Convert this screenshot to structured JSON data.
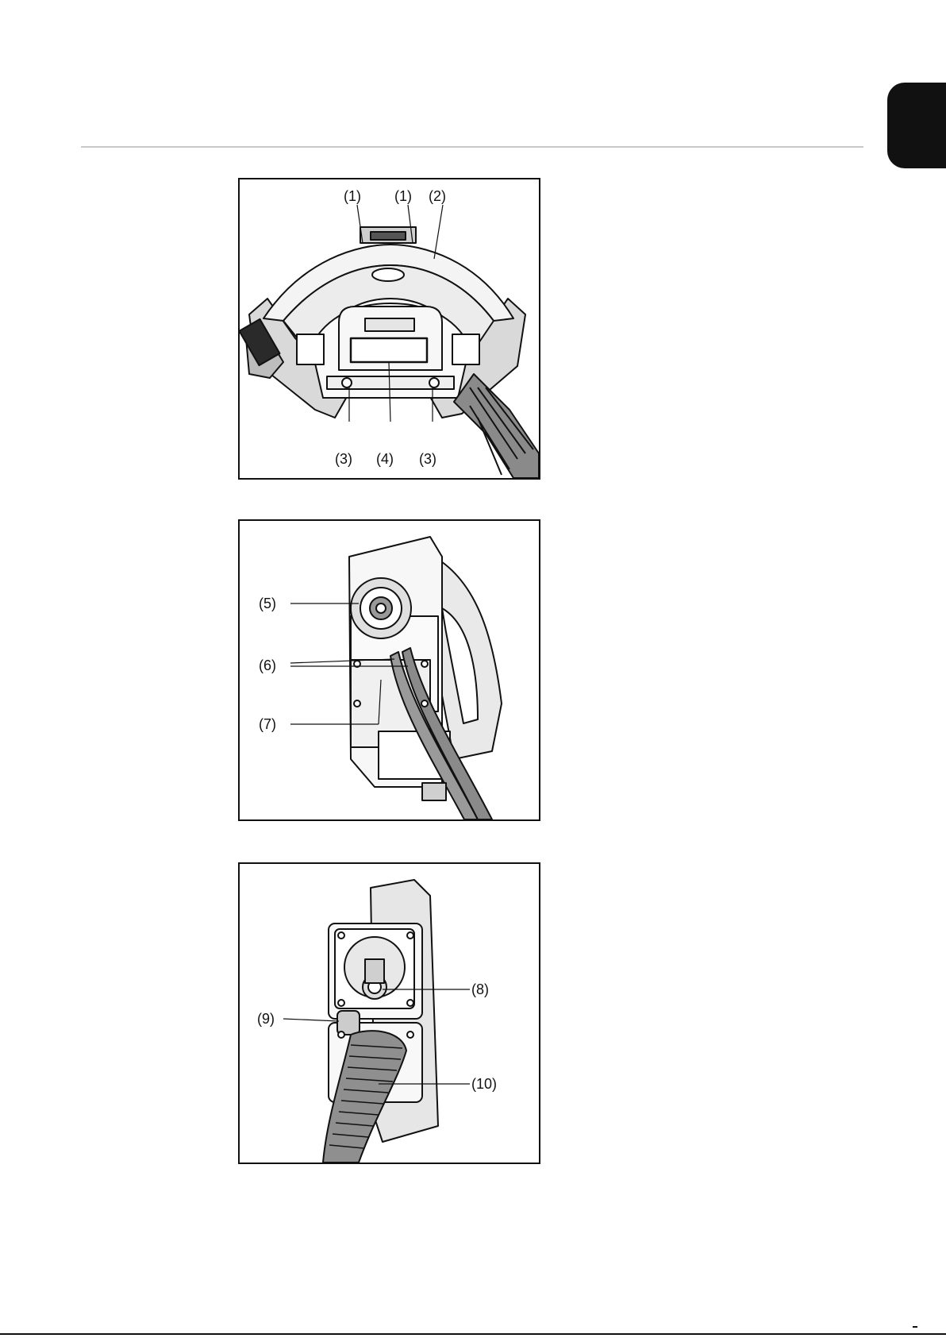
{
  "figures": [
    {
      "id": "top-view",
      "callouts": {
        "c1a": "(1)",
        "c1b": "(1)",
        "c2": "(2)",
        "c3a": "(3)",
        "c4": "(4)",
        "c3b": "(3)"
      }
    },
    {
      "id": "side-view",
      "callouts": {
        "c5": "(5)",
        "c6": "(6)",
        "c7": "(7)"
      }
    },
    {
      "id": "rear-view",
      "callouts": {
        "c8": "(8)",
        "c9": "(9)",
        "c10": "(10)"
      }
    }
  ],
  "colors": {
    "ink": "#111111",
    "device_fill": "#f4f4f4",
    "shade": "#9a9a9a",
    "dark": "#2a2a2a"
  }
}
